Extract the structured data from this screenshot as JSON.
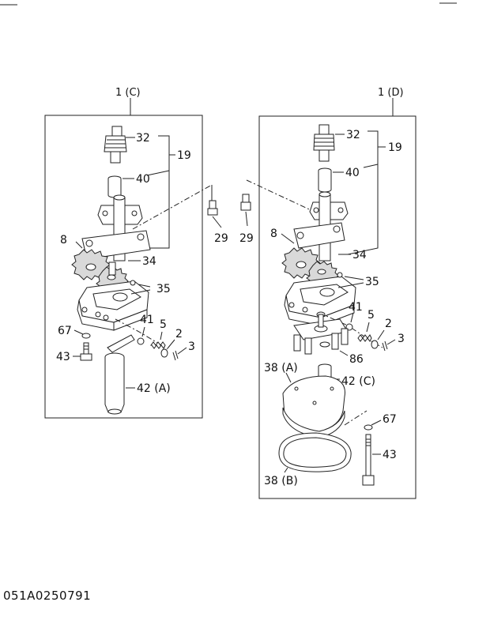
{
  "figure_code": "051A0250791",
  "assemblies": [
    {
      "id": "C",
      "label": "1 (C)"
    },
    {
      "id": "D",
      "label": "1 (D)"
    }
  ],
  "callouts_left": {
    "p32": "32",
    "p40": "40",
    "p19": "19",
    "p8": "8",
    "p34": "34",
    "p35": "35",
    "p41": "41",
    "p67": "67",
    "p5": "5",
    "p2": "2",
    "p3": "3",
    "p43": "43",
    "p42": "42 (A)"
  },
  "callouts_center": {
    "b1": "29",
    "b2": "29"
  },
  "callouts_right": {
    "p32": "32",
    "p19": "19",
    "p40": "40",
    "p8": "8",
    "p34": "34",
    "p35": "35",
    "p41": "41",
    "p5": "5",
    "p2": "2",
    "p3": "3",
    "p86": "86",
    "p38a": "38 (A)",
    "p42": "42 (C)",
    "p67": "67",
    "p43": "43",
    "p38b": "38 (B)"
  }
}
